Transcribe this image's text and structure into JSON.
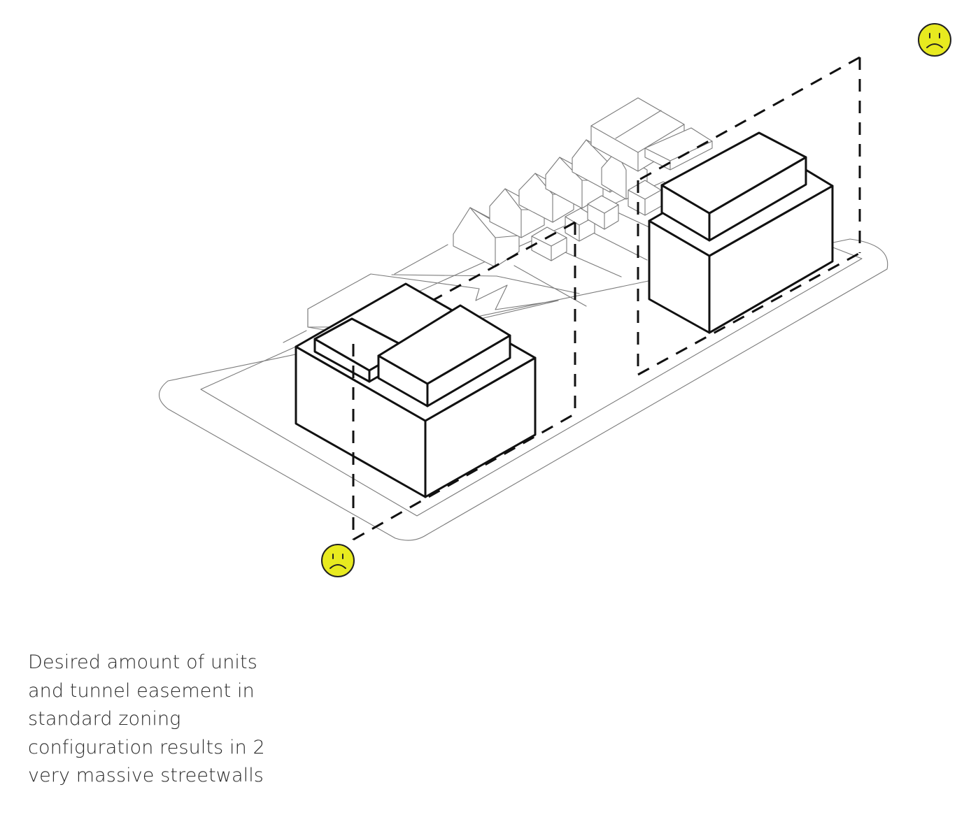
{
  "caption": {
    "lines": [
      "Desired amount of units",
      "and tunnel easement in",
      "standard zoning",
      "configuration results in 2",
      "very massive streetwalls"
    ]
  },
  "icons": {
    "sad_face_top_right": "sad-face-icon",
    "sad_face_bottom": "sad-face-icon"
  },
  "colors": {
    "face_fill": "#e8ea1f",
    "mass_stroke": "#111111",
    "context_stroke": "#7a7a7a"
  }
}
